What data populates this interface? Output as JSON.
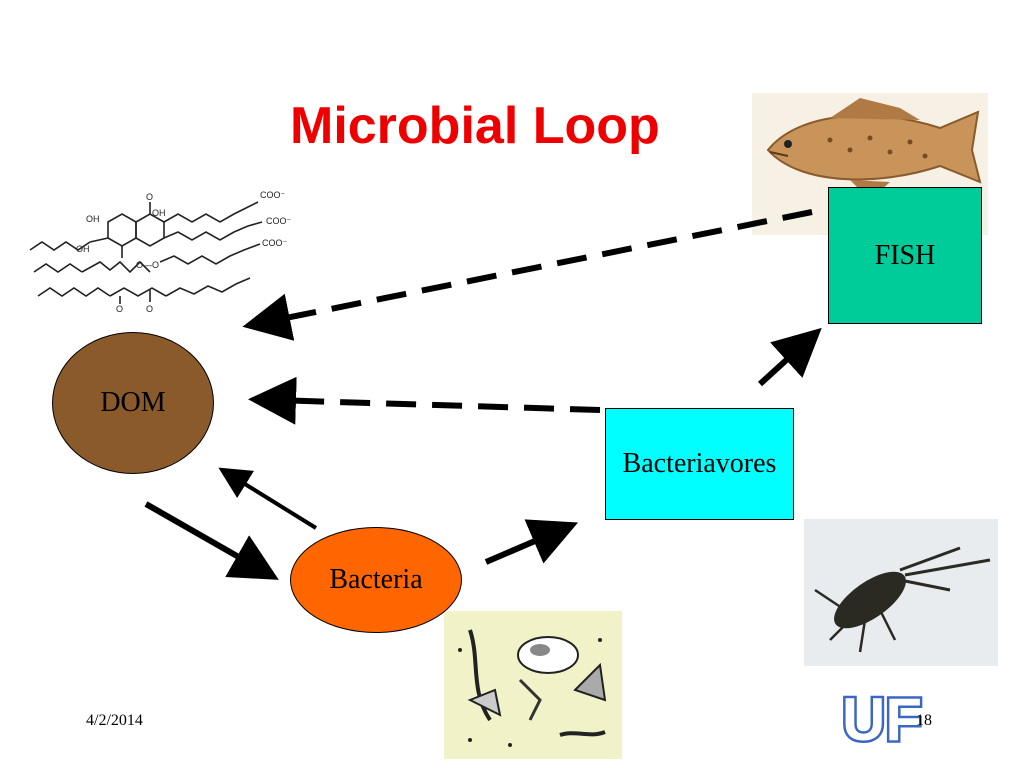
{
  "slide": {
    "title": "Microbial Loop",
    "date": "4/2/2014",
    "page_number": "18",
    "logo_text": "UF"
  },
  "nodes": {
    "dom": "DOM",
    "bacteria": "Bacteria",
    "bacteriavores": "Bacteriavores",
    "fish": "FISH"
  },
  "colors": {
    "title": "#ee0000",
    "dom": "#8b5a2b",
    "bacteria": "#ff6600",
    "bacteriavores": "#00ffff",
    "fish": "#00cc99",
    "logo": "#3a66c4"
  },
  "images": {
    "molecule": "dom-molecule-structure-image",
    "fish": "fish-illustration-image",
    "microbes": "bacteria-microbes-illustration-image",
    "insect": "aquatic-insect-larva-photo"
  }
}
